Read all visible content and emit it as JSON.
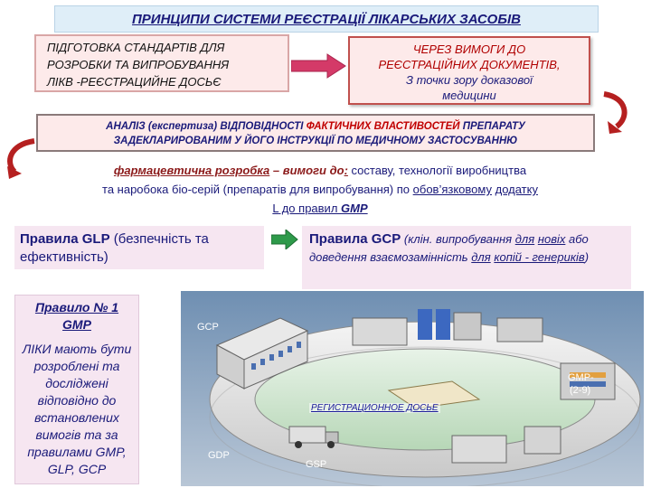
{
  "title": "ПРИНЦИПИ  СИСТЕМИ РЕЄСТРАЦІЇ ЛІКАРСЬКИХ ЗАСОБІВ",
  "prep_box": {
    "lines": [
      "ПІДГОТОВКА СТАНДАРТІВ ДЛЯ",
      "РОЗРОБКИ ТА ВИПРОБУВАННЯ",
      "ЛІКВ -РЕЄСТРАЦИЙНЕ ДОСЬЄ"
    ]
  },
  "requirements_box": {
    "line1": "ЧЕРЕЗ ВИМОГИ ДО",
    "line2": "РЕЄСТРАЦІЙНИХ ДОКУМЕНТІВ,",
    "line3": "З точки зору доказової",
    "line4": "медицини"
  },
  "analysis_box": {
    "part1": "АНАЛІЗ (експертиза) ВІДПОВІДНОСТІ",
    "part2_red": " ФАКТИЧНИХ ВЛАСТИВОСТЕЙ",
    "part3": " ПРЕПАРАТУ",
    "line2": "ЗАДЕКЛАРИРОВАНИМ У ЙОГО ІНСТРУКЦІЇ ПО МЕДИЧНОМУ ЗАСТОСУВАННЮ"
  },
  "pharm_box": {
    "lead": "фармацевтична розробка",
    "dash": " – вимоги до",
    "colon": ":",
    "line1_rest": " составу, технології виробництва",
    "line2_a": "та наробока біо-серій (препаратів для випробування) по ",
    "line2_b": "обов’язковому",
    "line2_c": "  ",
    "line2_d": "додатку",
    "line3_a": "L",
    "line3_b": " до правил ",
    "line3_c": "GMP"
  },
  "glp_box": {
    "bold": "Правила GLP",
    "rest": " (безпечність та ефективність)"
  },
  "gcp_box": {
    "bold": "Правила GCP",
    "note_a": " (клін. випробування ",
    "note_b": "для",
    "note_c": "новіх",
    "note_d": " або доведення взаємозамінність ",
    "note_e": "для",
    "note_f": "копій - генериків",
    "note_g": ")"
  },
  "gmp_box": {
    "title_line1": "Правило № 1",
    "title_line2": "GMP",
    "text": "ЛІКИ мають бути розроблені та досліджені відповідно до встановлених вимогів та за правилами GMP, GLP, GCP"
  },
  "diagram": {
    "label_gcp": "GCP",
    "label_gmp": "GMP-",
    "label_gmp_sub": "(2-9)",
    "label_gdp": "GDP",
    "label_gsp": "GSP",
    "label_dossier": "РЕГИСТРАЦИОННОЕ ДОСЬЕ"
  },
  "colors": {
    "accent_text": "#1a1a7a",
    "red": "#c00000",
    "box_pink": "#fdeaea",
    "box_lilac": "#f6e6f1",
    "title_bg": "#dfeef8",
    "diagram_bg": "#8ca4c0"
  }
}
